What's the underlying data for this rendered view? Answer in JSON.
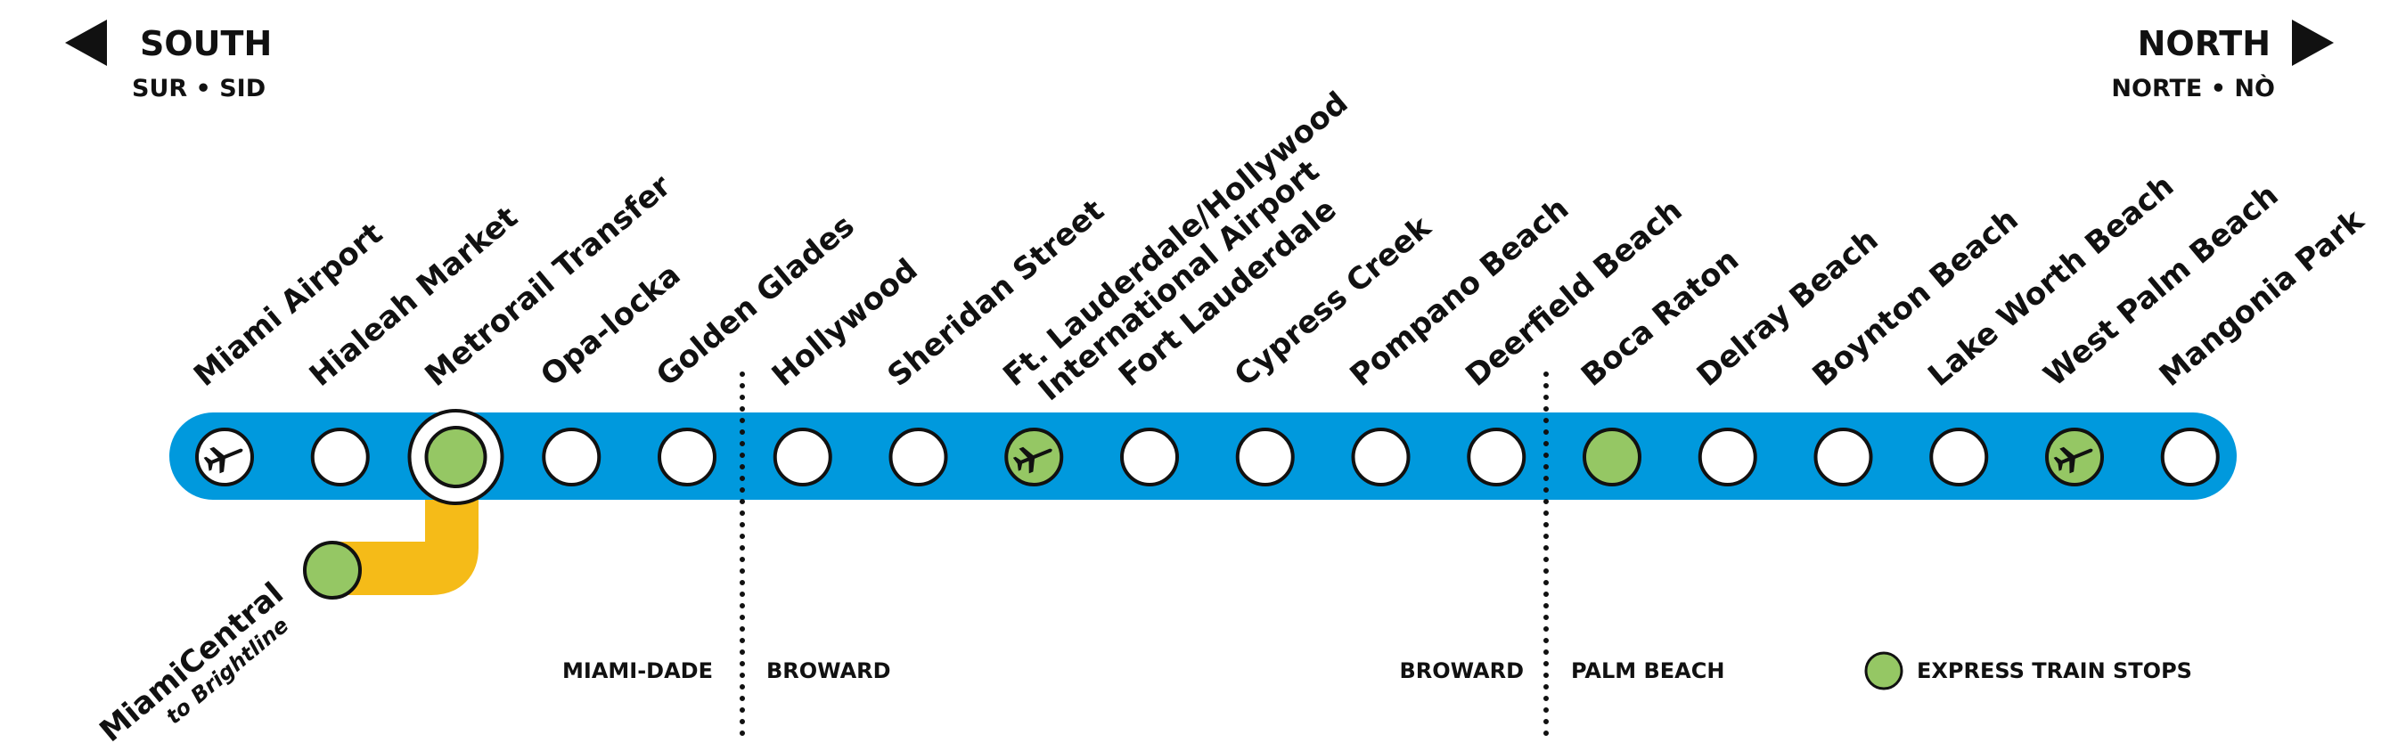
{
  "directions": {
    "south": {
      "label": "SOUTH",
      "sub": "SUR • SID"
    },
    "north": {
      "label": "NORTH",
      "sub": "NORTE • NÒ"
    }
  },
  "colors": {
    "line": "#0099dd",
    "express": "#95c764",
    "connector": "#f5bb18",
    "stop_fill": "#ffffff",
    "ink": "#111111"
  },
  "stations": [
    {
      "name": "Miami Airport",
      "express": false,
      "airport": true
    },
    {
      "name": "Hialeah Market",
      "express": false,
      "airport": false
    },
    {
      "name": "Metrorail Transfer",
      "express": true,
      "airport": false,
      "transfer": true
    },
    {
      "name": "Opa-locka",
      "express": false,
      "airport": false
    },
    {
      "name": "Golden Glades",
      "express": false,
      "airport": false
    },
    {
      "name": "Hollywood",
      "express": false,
      "airport": false
    },
    {
      "name": "Sheridan Street",
      "express": false,
      "airport": false
    },
    {
      "name": "Ft. Lauderdale/Hollywood",
      "name_line2": "International Airport",
      "express": true,
      "airport": true
    },
    {
      "name": "Fort Lauderdale",
      "express": false,
      "airport": false
    },
    {
      "name": "Cypress Creek",
      "express": false,
      "airport": false
    },
    {
      "name": "Pompano Beach",
      "express": false,
      "airport": false
    },
    {
      "name": "Deerfield Beach",
      "express": false,
      "airport": false
    },
    {
      "name": "Boca Raton",
      "express": true,
      "airport": false
    },
    {
      "name": "Delray Beach",
      "express": false,
      "airport": false
    },
    {
      "name": "Boynton Beach",
      "express": false,
      "airport": false
    },
    {
      "name": "Lake Worth Beach",
      "express": false,
      "airport": false
    },
    {
      "name": "West Palm Beach",
      "express": true,
      "airport": true
    },
    {
      "name": "Mangonia Park",
      "express": false,
      "airport": false
    }
  ],
  "branch_station": {
    "name": "MiamiCentral",
    "sub": "to Brightline",
    "express": true
  },
  "counties": {
    "miami_dade": "MIAMI-DADE",
    "broward_left": "BROWARD",
    "broward_right": "BROWARD",
    "palm_beach": "PALM BEACH"
  },
  "legend": {
    "label": "EXPRESS TRAIN STOPS"
  },
  "icons": {
    "south_arrow": "arrow-left-icon",
    "north_arrow": "arrow-right-icon",
    "airport": "airplane-icon"
  }
}
